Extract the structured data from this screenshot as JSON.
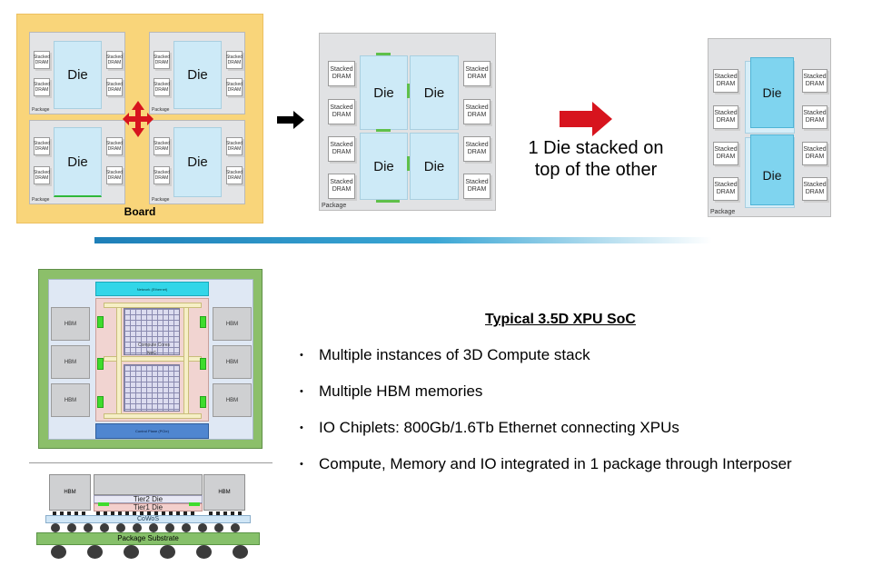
{
  "board": {
    "label": "Board",
    "package_label": "Package",
    "die_label": "Die",
    "dram_line1": "Stacked",
    "dram_line2": "DRAM"
  },
  "package_2d": {
    "package_label": "Package",
    "die_label": "Die",
    "dram_line1": "Stacked",
    "dram_line2": "DRAM"
  },
  "stacked_caption": {
    "line1": "1 Die stacked on",
    "line2": "top of the other"
  },
  "package_3d": {
    "package_label": "Package",
    "die_label": "Die",
    "hidden_die_letter": "D",
    "dram_line1": "Stacked",
    "dram_line2": "DRAM"
  },
  "soc_top": {
    "hbm_label": "HBM",
    "network_label": "Network (Ethernet)",
    "control_label": "Control Plane (PCIe)",
    "compute_label": "Compute Cores",
    "noc_label": "NoC"
  },
  "cross_section": {
    "hbm_label": "HBM",
    "tier2": "Tier2 Die",
    "tier1": "Tier1 Die",
    "cowos": "CoWoS",
    "substrate": "Package Substrate"
  },
  "xpu": {
    "title": "Typical 3.5D XPU SoC",
    "bullets": [
      "Multiple instances of 3D Compute stack",
      "Multiple HBM memories",
      "IO Chiplets: 800Gb/1.6Tb Ethernet connecting XPUs",
      "Compute, Memory and IO integrated in 1 package through Interposer"
    ]
  },
  "colors": {
    "board": "#f9d57a",
    "die": "#cdeaf7",
    "red_arrow": "#d7141e",
    "substrate": "#86c06a"
  }
}
